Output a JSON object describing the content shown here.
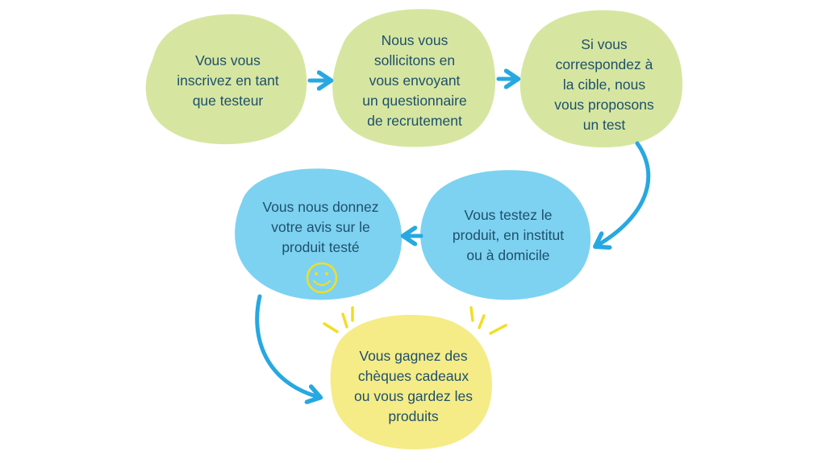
{
  "colors": {
    "green": "#d6e6a1",
    "blue": "#7dd2f1",
    "yellow": "#f5ec87",
    "arrow": "#27a8e0",
    "sun": "#f2de23",
    "text": "#1f4f6b"
  },
  "steps": [
    {
      "text": "Vous vous\ninscrivez en tant\nque testeur",
      "color": "green"
    },
    {
      "text": "Nous vous\nsollicitons en\nvous envoyant\nun questionnaire\nde recrutement",
      "color": "green"
    },
    {
      "text": "Si vous\ncorrespondez à\nla cible, nous\nvous proposons\nun test",
      "color": "green"
    },
    {
      "text": "Vous testez le\nproduit, en institut\nou à domicile",
      "color": "blue"
    },
    {
      "text": "Vous nous donnez\nvotre avis sur le\nproduit testé",
      "color": "blue"
    },
    {
      "text": "Vous gagnez des\nchèques cadeaux\nou vous gardez les\nproduits",
      "color": "yellow"
    }
  ],
  "icons": {
    "smiley": "smiley-icon",
    "sunburst": "sunburst-icon",
    "arrow": "arrow-icon"
  }
}
